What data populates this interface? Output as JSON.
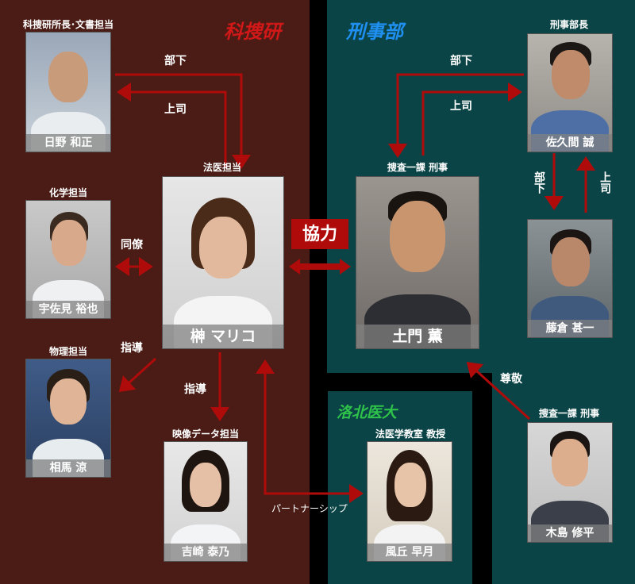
{
  "sections": {
    "kasouken": "科捜研",
    "keijibu": "刑事部",
    "rakuhoku": "洛北医大"
  },
  "center_label": "協力",
  "people": {
    "hino": {
      "role": "科捜研所長･文書担当",
      "name": "日野 和正"
    },
    "sakaki": {
      "role": "法医担当",
      "name": "榊 マリコ"
    },
    "usami": {
      "role": "化学担当",
      "name": "宇佐見 裕也"
    },
    "aima": {
      "role": "物理担当",
      "name": "相馬 涼"
    },
    "yoshizaki": {
      "role": "映像データ担当",
      "name": "吉崎 泰乃"
    },
    "domon": {
      "role": "捜査一課 刑事",
      "name": "土門 薫"
    },
    "sakuma": {
      "role": "刑事部長",
      "name": "佐久間 誠"
    },
    "fujikura": {
      "role": "",
      "name": "藤倉 甚一"
    },
    "kazaoka": {
      "role": "法医学教室 教授",
      "name": "風丘 早月"
    },
    "kijima": {
      "role": "捜査一課 刑事",
      "name": "木島 修平"
    }
  },
  "relations": {
    "buka_left": "部下",
    "joshi_left": "上司",
    "buka_right": "部下",
    "joshi_right": "上司",
    "buka_vertical": "部下",
    "joshi_vertical": "上司",
    "doryo": "同僚",
    "shido_1": "指導",
    "shido_2": "指導",
    "partnership": "パートナーシップ",
    "sonkei": "尊敬"
  },
  "colors": {
    "kasouken_bg": "#4a1c15",
    "keijibu_bg": "#0b4446",
    "arrow": "#b00b0b",
    "kasouken_title": "#d11818",
    "keijibu_title": "#1f8ff0",
    "rakuhoku_title": "#2ec24a"
  }
}
